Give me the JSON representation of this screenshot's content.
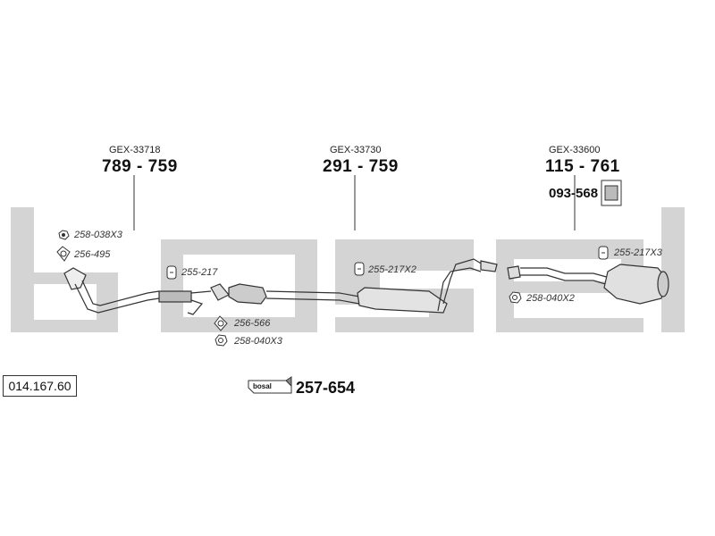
{
  "catalog_number": "014.167.60",
  "kit": {
    "brand": "bosal",
    "number": "257-654"
  },
  "groups": [
    {
      "ref": "GEX-33718",
      "part": "789 - 759"
    },
    {
      "ref": "GEX-33730",
      "part": "291 - 759"
    },
    {
      "ref": "GEX-33600",
      "part": "115 - 761"
    }
  ],
  "hanger_part": "093-568",
  "parts": {
    "p1": "258-038X3",
    "p2": "256-495",
    "p3": "255-217",
    "p4": "256-566",
    "p5": "258-040X3",
    "p6": "255-217X2",
    "p7": "258-040X2",
    "p8": "255-217X3"
  }
}
